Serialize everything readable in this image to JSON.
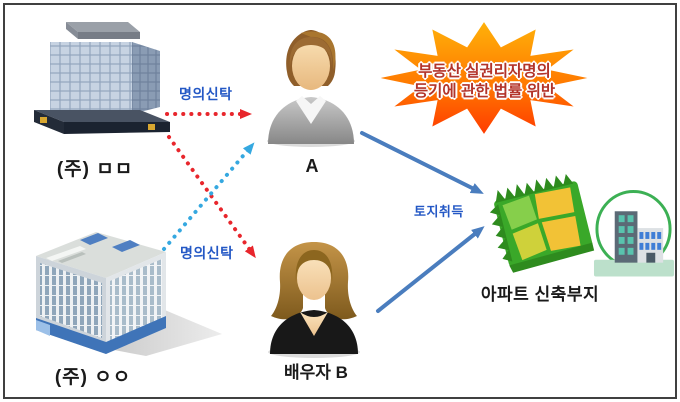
{
  "labels": {
    "company_top": "(주) ㅁㅁ",
    "company_bottom": "(주) ㅇㅇ",
    "person_a": "A",
    "person_b": "배우자 B",
    "site": "아파트 신축부지",
    "trust_top": "명의신탁",
    "trust_bottom": "명의신탁",
    "land_acquisition": "토지취득"
  },
  "warning_burst": {
    "line1": "부동산 실권리자명의",
    "line2": "등기에 관한 법률 위반"
  },
  "colors": {
    "label_blue": "#2458c5",
    "dotted_red": "#e8262c",
    "dotted_blue": "#35a8e0",
    "solid_blue": "#4a7dbe",
    "burst_text": "#b3342a",
    "burst_top": "#ffb10a",
    "burst_mid": "#ff7a00",
    "burst_bottom": "#ff3c00",
    "label_black": "#1a1a1a",
    "frame_border": "#404040"
  },
  "icons": {
    "company_top": "office-building-icon",
    "company_bottom": "office-tower-icon",
    "person_a": "man-bust-icon",
    "person_b": "woman-bust-icon",
    "site_land": "land-parcel-icon",
    "site_apartment": "apartment-circle-icon",
    "warning": "starburst-icon"
  }
}
